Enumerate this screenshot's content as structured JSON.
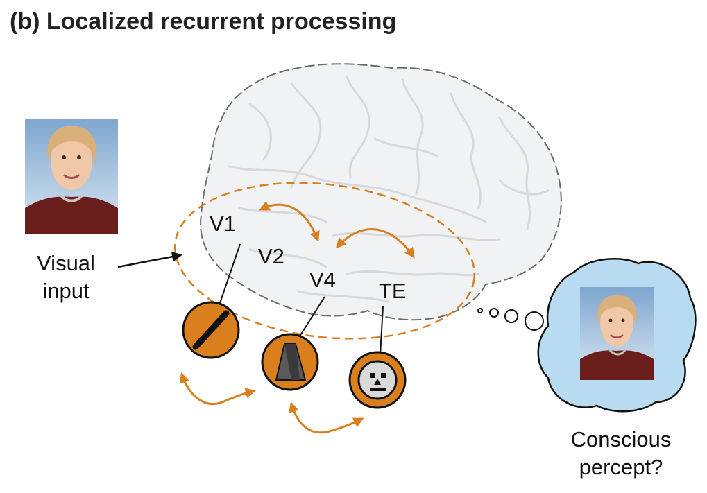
{
  "title": "(b) Localized recurrent processing",
  "labels": {
    "visual_input": "Visual\ninput",
    "v1": "V1",
    "v2": "V2",
    "v4": "V4",
    "te": "TE",
    "conscious_percept": "Conscious\npercept?"
  },
  "colors": {
    "accent_orange": "#d97f1e",
    "brain_fill": "#f1f2f4",
    "brain_outline": "#6b6b6b",
    "thought_cloud": "#b9dbf1",
    "text": "#111111"
  },
  "icons": [
    "face-photo",
    "brain-illustration",
    "line-feature-neuron-icon",
    "shape-feature-neuron-icon",
    "face-feature-neuron-icon",
    "thought-cloud",
    "recurrent-arrow"
  ]
}
